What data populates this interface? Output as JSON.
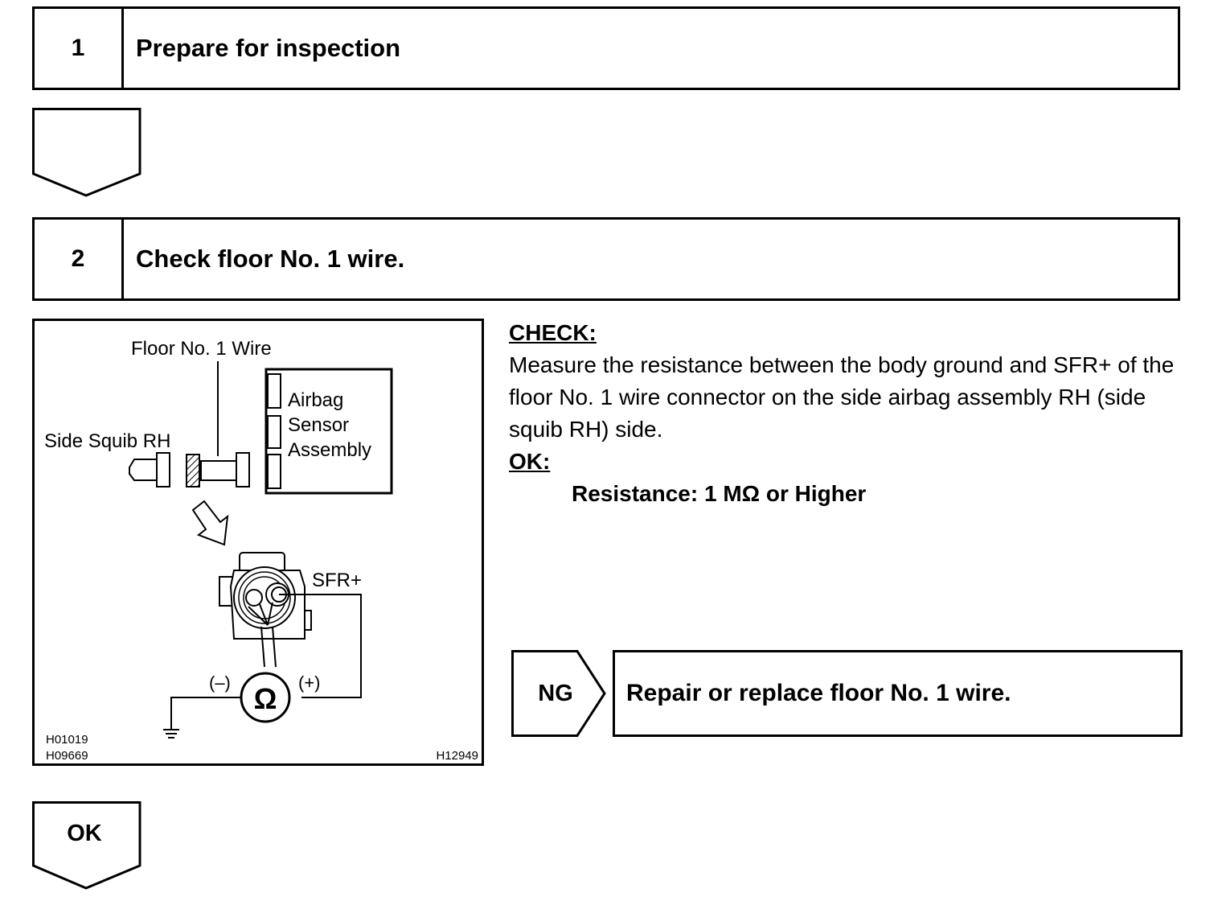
{
  "step1": {
    "number": "1",
    "title": "Prepare for inspection"
  },
  "step2": {
    "number": "2",
    "title": "Check floor No. 1 wire."
  },
  "check": {
    "label": "CHECK:",
    "text": "Measure the resistance between the body ground and SFR+ of the floor No. 1 wire connector on the side airbag assembly RH (side squib RH) side.",
    "ok_label": "OK:",
    "spec": "Resistance: 1 MΩ or Higher"
  },
  "diagram": {
    "floor_wire": "Floor No. 1 Wire",
    "airbag_line1": "Airbag",
    "airbag_line2": "Sensor",
    "airbag_line3": "Assembly",
    "side_squib": "Side Squib RH",
    "sfr": "SFR+",
    "minus": "(–)",
    "plus": "(+)",
    "ohm": "Ω",
    "code1": "H01019",
    "code2": "H09669",
    "code3": "H12949"
  },
  "ng": {
    "label": "NG",
    "action": "Repair or replace floor No. 1 wire."
  },
  "ok": {
    "label": "OK"
  }
}
